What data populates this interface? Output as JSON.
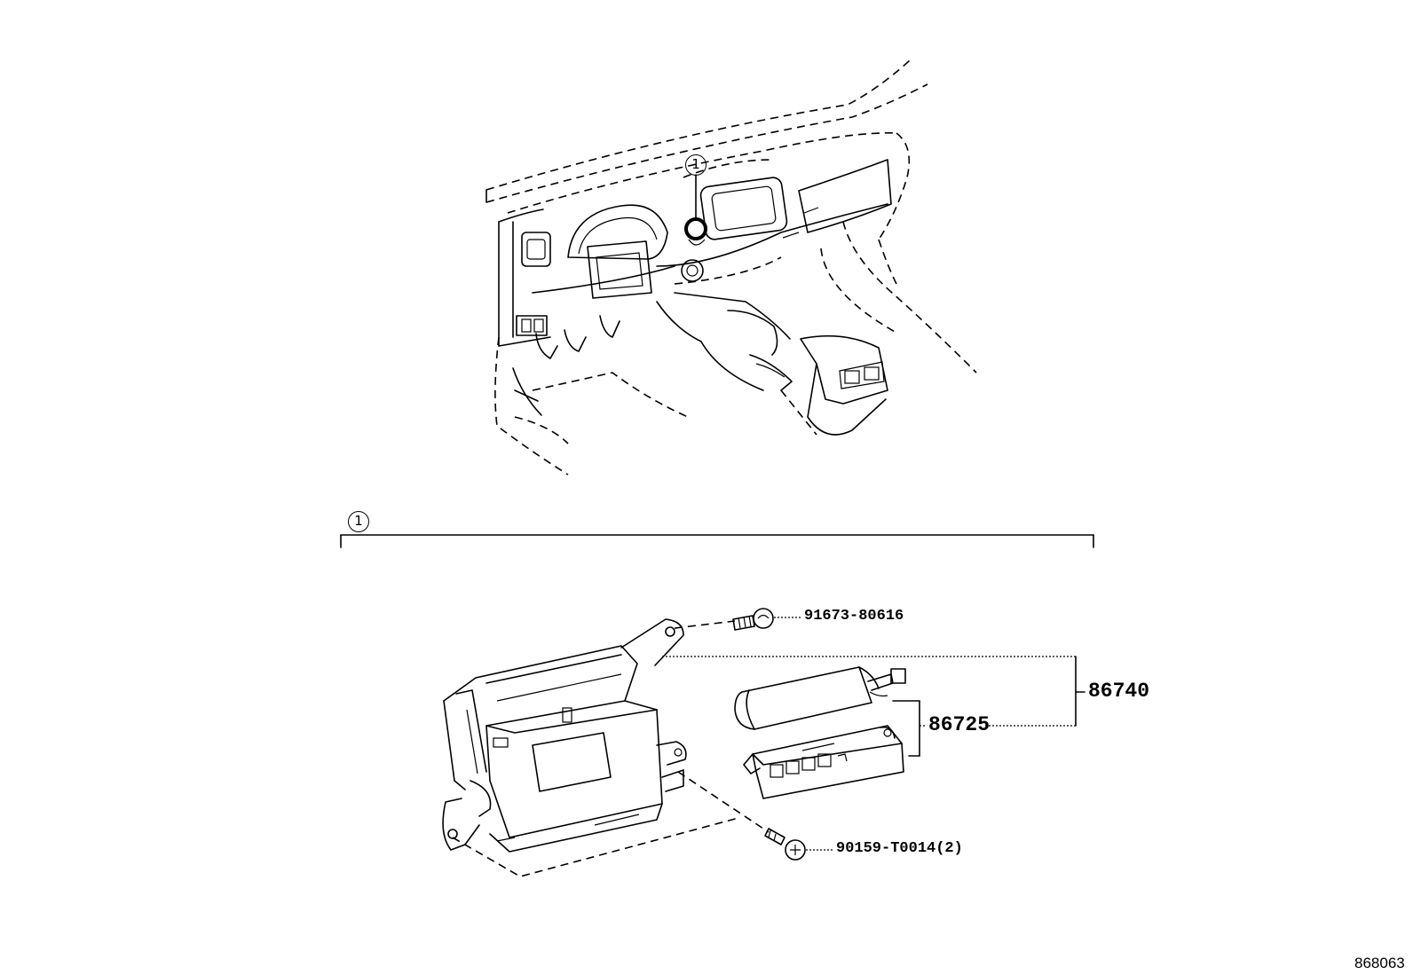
{
  "callouts": {
    "top_marker": "1",
    "section_marker": "1"
  },
  "parts": {
    "bolt": "91673-80616",
    "assembly": "86740",
    "module": "86725",
    "screws": "90159-T0014(2)"
  },
  "figure_number": "868063"
}
